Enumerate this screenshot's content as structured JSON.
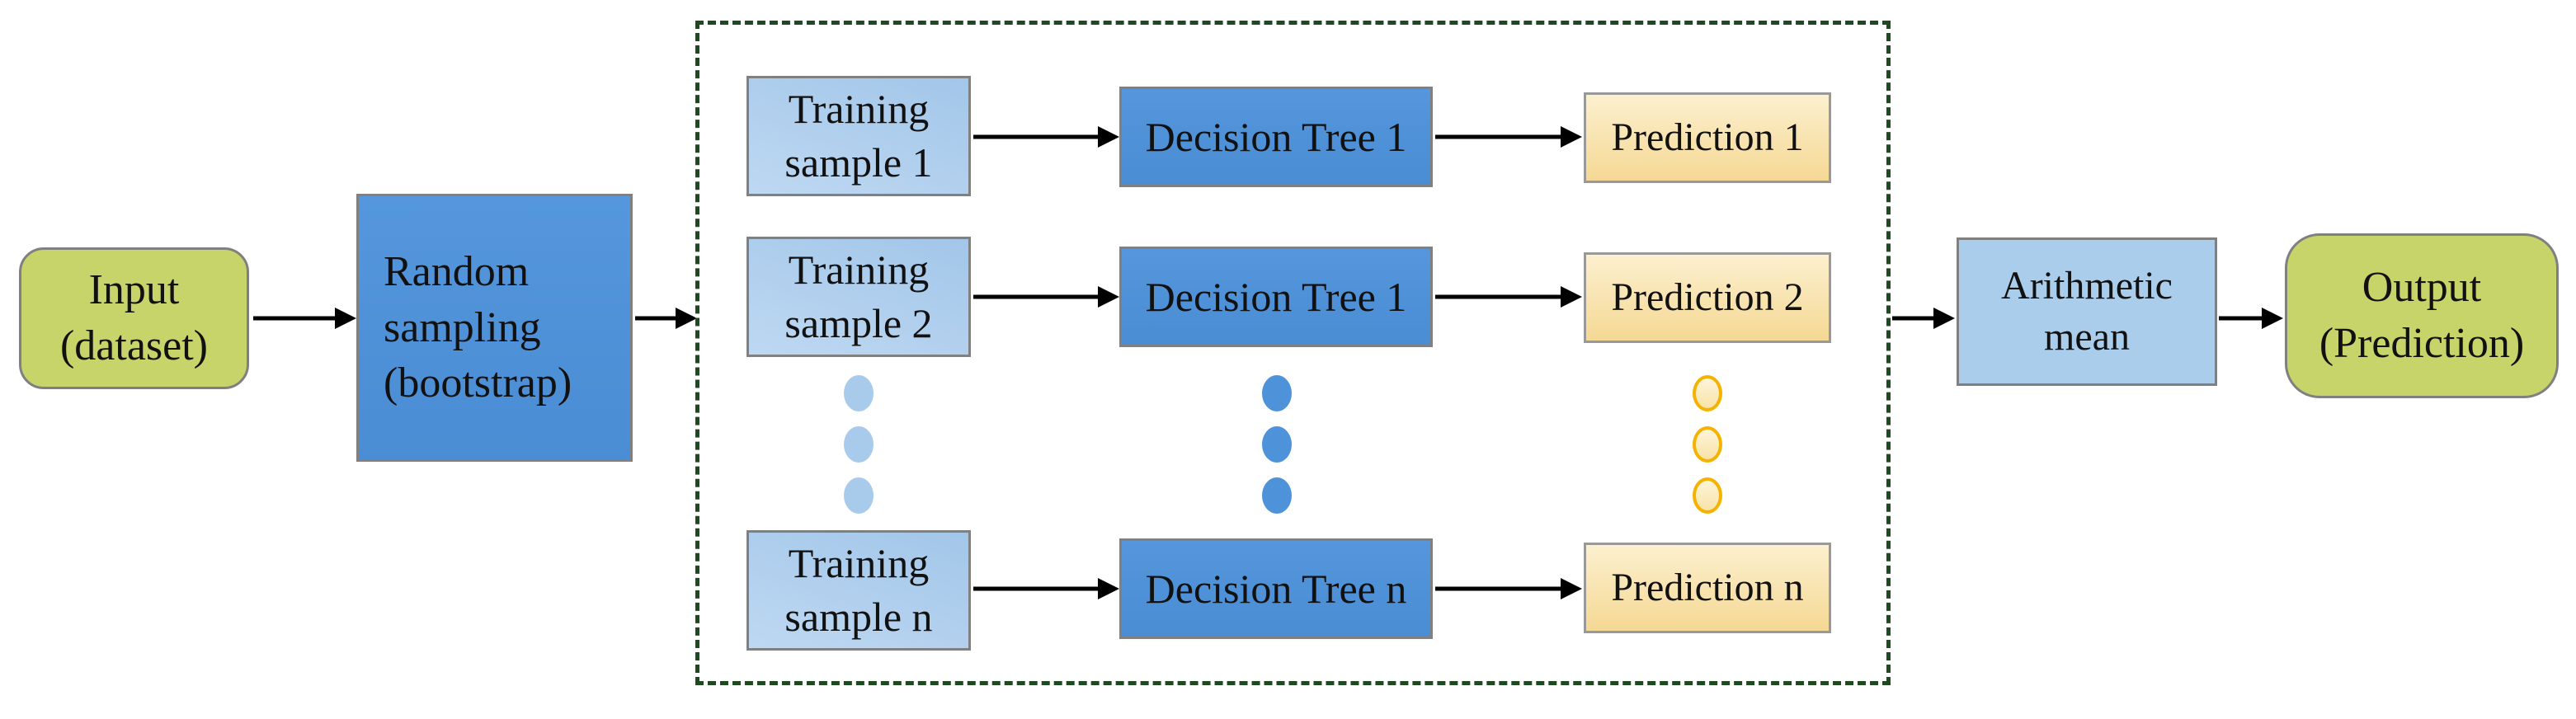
{
  "colors": {
    "green_box": "#c6d469",
    "blue_box": "#4e92d9",
    "light_blue_box": "#abcdec",
    "training_light": "#bed8f2",
    "training_dark": "#a2c6e9",
    "prediction_light": "#fcf0cf",
    "prediction_dark": "#f5d894",
    "dot_orange": "#f5b301",
    "dashed_border": "#1f4a21",
    "box_border": "#808080",
    "arrow": "#000000",
    "text": "#111111"
  },
  "input": {
    "label": "Input\n(dataset)"
  },
  "random_sampling": {
    "label": "Random\nsampling\n(bootstrap)"
  },
  "ensemble": {
    "rows": [
      {
        "training": "Training\nsample 1",
        "tree": "Decision Tree 1",
        "prediction": "Prediction 1"
      },
      {
        "training": "Training\nsample 2",
        "tree": "Decision Tree 1",
        "prediction": "Prediction 2"
      },
      {
        "training": "Training\nsample n",
        "tree": "Decision Tree n",
        "prediction": "Prediction n"
      }
    ]
  },
  "aggregation": {
    "label": "Arithmetic\nmean"
  },
  "output": {
    "label": "Output\n(Prediction)"
  }
}
